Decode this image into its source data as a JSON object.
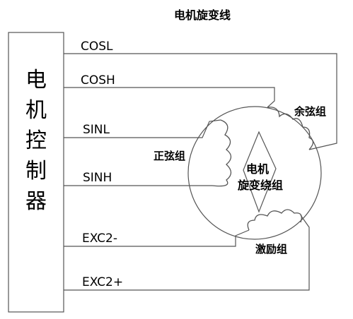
{
  "title": "电机旋变线",
  "controller": {
    "chars": [
      "电",
      "机",
      "控",
      "制",
      "器"
    ]
  },
  "signals": {
    "cosl": "COSL",
    "cosh": "COSH",
    "sinl": "SINL",
    "sinh": "SINH",
    "exc_minus": "EXC2-",
    "exc_plus": "EXC2+"
  },
  "labels": {
    "cosine_group": "余弦组",
    "sine_group": "正弦组",
    "excitation_group": "激励组",
    "winding_line1": "电机",
    "winding_line2": "旋变绕组"
  }
}
